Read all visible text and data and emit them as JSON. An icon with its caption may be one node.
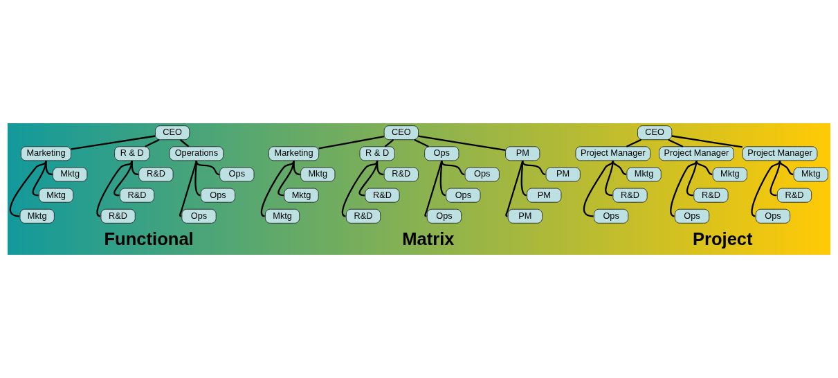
{
  "diagram": {
    "nodes": [
      {
        "text": [
          "CEO"
        ]
      },
      {
        "text": [
          "Marketing"
        ]
      },
      {
        "text": [
          "R & D"
        ]
      },
      {
        "text": [
          "Operations"
        ]
      },
      {
        "text": [
          "Mktg"
        ]
      },
      {
        "text": [
          "Mktg"
        ]
      },
      {
        "text": [
          "Mktg"
        ]
      },
      {
        "text": [
          "R&D"
        ]
      },
      {
        "text": [
          "R&D"
        ]
      },
      {
        "text": [
          "R&D"
        ]
      },
      {
        "text": [
          "Ops"
        ]
      },
      {
        "text": [
          "Ops"
        ]
      },
      {
        "text": [
          "Ops"
        ]
      },
      {
        "text": [
          "CEO"
        ]
      },
      {
        "text": [
          "Project Manager"
        ]
      },
      {
        "text": [
          "Project Manager"
        ]
      },
      {
        "text": [
          "Project Manager"
        ]
      },
      {
        "text": [
          "Mktg"
        ]
      },
      {
        "text": [
          "R&D"
        ]
      },
      {
        "text": [
          "Ops"
        ]
      },
      {
        "text": [
          "Mktg"
        ]
      },
      {
        "text": [
          "R&D"
        ]
      },
      {
        "text": [
          "Ops"
        ]
      },
      {
        "text": [
          "Mktg"
        ]
      },
      {
        "text": [
          "R&D"
        ]
      },
      {
        "text": [
          "Ops"
        ]
      },
      {
        "text": [
          "CEO"
        ]
      },
      {
        "text": [
          "Marketing"
        ]
      },
      {
        "text": [
          "R & D"
        ]
      },
      {
        "text": [
          "Ops"
        ]
      },
      {
        "text": [
          "PM"
        ]
      },
      {
        "text": [
          "Mktg"
        ]
      },
      {
        "text": [
          "Mktg"
        ]
      },
      {
        "text": [
          "Mktg"
        ]
      },
      {
        "text": [
          "R&D"
        ]
      },
      {
        "text": [
          "R&D"
        ]
      },
      {
        "text": [
          "R&D"
        ]
      },
      {
        "text": [
          "Ops"
        ]
      },
      {
        "text": [
          "Ops"
        ]
      },
      {
        "text": [
          "Ops"
        ]
      },
      {
        "text": [
          "PM"
        ]
      },
      {
        "text": [
          "PM"
        ]
      },
      {
        "text": [
          "PM"
        ]
      }
    ],
    "edges": [
      {
        "from": 0,
        "to": 1,
        "arrow": "none"
      },
      {
        "from": 0,
        "to": 2,
        "arrow": "none"
      },
      {
        "from": 0,
        "to": 3,
        "arrow": "none"
      },
      {
        "from": 1,
        "to": 4,
        "arrow": "none"
      },
      {
        "from": 1,
        "to": 5,
        "arrow": "none"
      },
      {
        "from": 1,
        "to": 6,
        "arrow": "none"
      },
      {
        "from": 2,
        "to": 7,
        "arrow": "none"
      },
      {
        "from": 2,
        "to": 8,
        "arrow": "none"
      },
      {
        "from": 2,
        "to": 9,
        "arrow": "none"
      },
      {
        "from": 3,
        "to": 10,
        "arrow": "none"
      },
      {
        "from": 3,
        "to": 11,
        "arrow": "none"
      },
      {
        "from": 3,
        "to": 12,
        "arrow": "none"
      },
      {
        "from": 13,
        "to": 14,
        "arrow": "none"
      },
      {
        "from": 13,
        "to": 15,
        "arrow": "none"
      },
      {
        "from": 13,
        "to": 16,
        "arrow": "none"
      },
      {
        "from": 14,
        "to": 17,
        "arrow": "none"
      },
      {
        "from": 14,
        "to": 18,
        "arrow": "none"
      },
      {
        "from": 14,
        "to": 19,
        "arrow": "none"
      },
      {
        "from": 15,
        "to": 20,
        "arrow": "none"
      },
      {
        "from": 15,
        "to": 21,
        "arrow": "none"
      },
      {
        "from": 15,
        "to": 22,
        "arrow": "none"
      },
      {
        "from": 16,
        "to": 23,
        "arrow": "none"
      },
      {
        "from": 16,
        "to": 24,
        "arrow": "none"
      },
      {
        "from": 16,
        "to": 25,
        "arrow": "none"
      },
      {
        "from": 26,
        "to": 27,
        "arrow": "none"
      },
      {
        "from": 26,
        "to": 28,
        "arrow": "none"
      },
      {
        "from": 26,
        "to": 29,
        "arrow": "none"
      },
      {
        "from": 26,
        "to": 30,
        "arrow": "none"
      },
      {
        "from": 27,
        "to": 31,
        "arrow": "none"
      },
      {
        "from": 27,
        "to": 32,
        "arrow": "none"
      },
      {
        "from": 27,
        "to": 33,
        "arrow": "none"
      },
      {
        "from": 28,
        "to": 34,
        "arrow": "none"
      },
      {
        "from": 28,
        "to": 35,
        "arrow": "none"
      },
      {
        "from": 28,
        "to": 36,
        "arrow": "none"
      },
      {
        "from": 29,
        "to": 37,
        "arrow": "none"
      },
      {
        "from": 29,
        "to": 38,
        "arrow": "none"
      },
      {
        "from": 29,
        "to": 39,
        "arrow": "none"
      },
      {
        "from": 30,
        "to": 40,
        "arrow": "none"
      },
      {
        "from": 30,
        "to": 41,
        "arrow": "none"
      },
      {
        "from": 30,
        "to": 42,
        "arrow": "none"
      }
    ],
    "labels": [
      "Functional",
      "Matrix",
      "Project"
    ]
  }
}
